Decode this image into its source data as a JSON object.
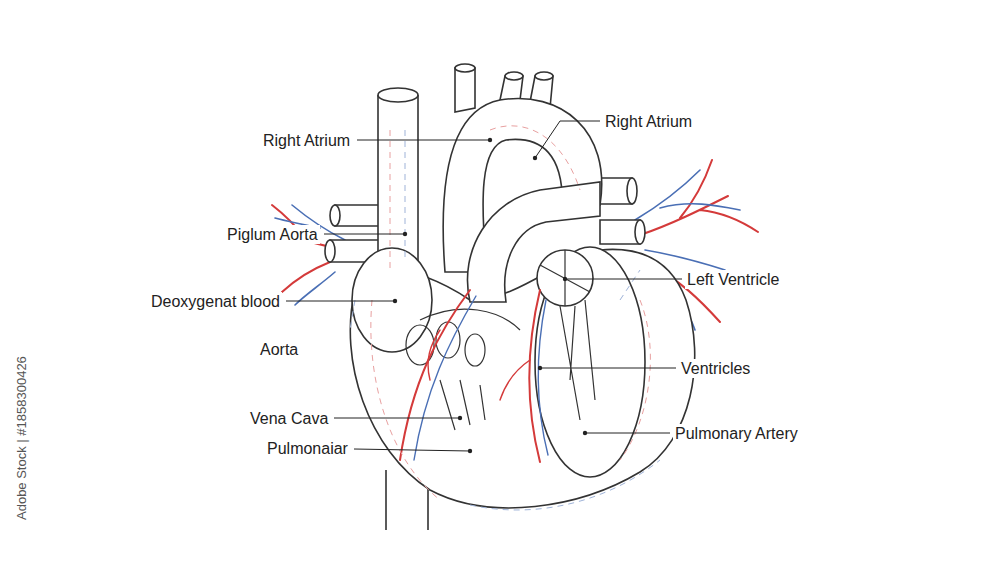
{
  "diagram": {
    "labels": [
      "Right Atrium",
      "Right Atrium",
      "Piglum Aorta",
      "Deoxygenat blood",
      "Aorta",
      "Vena Cava",
      "Pulmonaiar",
      "Left Ventricle",
      "Ventricles",
      "Pulmonary Artery",
      "Adobe Stock | #1858300426"
    ]
  }
}
